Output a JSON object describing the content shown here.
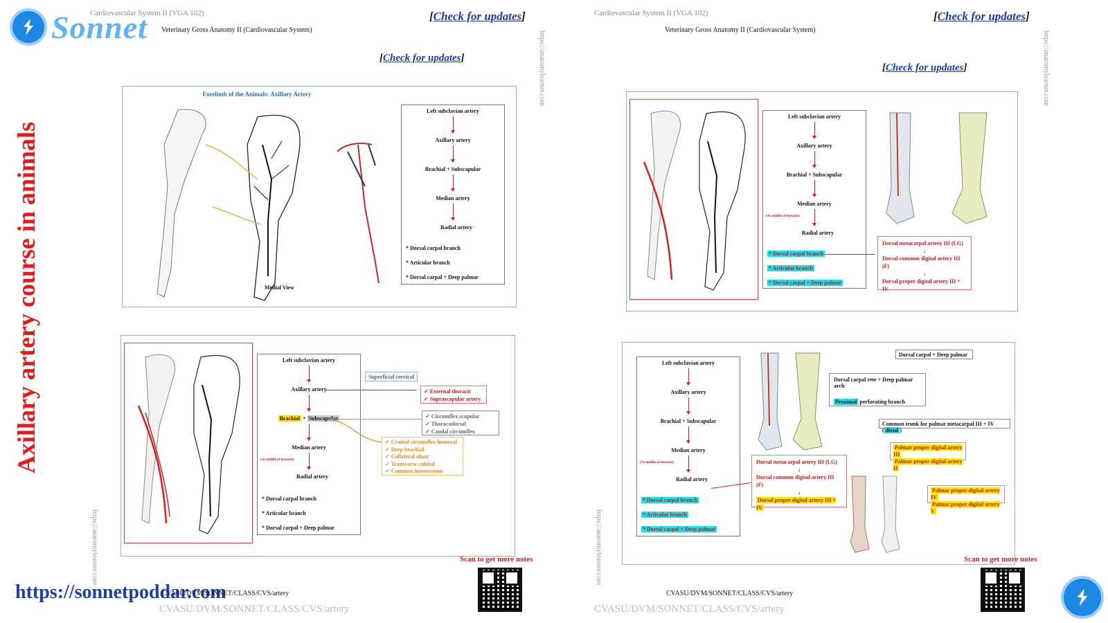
{
  "brand": {
    "logo_text": "Sonnet",
    "website": "https://sonnetpoddar.com",
    "vertical_title": "Axillary artery course in animals"
  },
  "pages": [
    {
      "course": "Cardiovascular System II  (VGA 102)",
      "subtitle": "Veterinary Gross Anatomy II (Cardiovascular System)",
      "updates_label": "Check for updates",
      "watermark": "https://anatomylearner.com",
      "footer_code": "CVASU/DVM/SONNET/CLASS/CVS/artery",
      "footer_ghost": "CVASU/DVM/SONNET/CLASS/CVS/artery",
      "scan_label": "Scan to get more notes"
    },
    {
      "course": "Cardiovascular System II  (VGA 102)",
      "subtitle": "Veterinary Gross Anatomy II (Cardiovascular System)",
      "updates_label": "Check for updates",
      "watermark": "https://anatomylearner.com",
      "footer_code": "CVASU/DVM/SONNET/CLASS/CVS/artery",
      "footer_ghost": "CVASU/DVM/SONNET/CLASS/CVS/artery",
      "scan_label": "Scan to get more notes"
    }
  ],
  "panel1": {
    "title": "Forelimb of the Animals: Axillary Artery",
    "medial_view": "Medial View",
    "flow": [
      "Left subclavian artery",
      "Axillary artery",
      "Brachial + Subscapular",
      "Median artery",
      "Radial artery"
    ],
    "bullets": [
      "* Dorsal carpal branch",
      "* Articular branch",
      "* Dorsal carpal + Deep palmar"
    ]
  },
  "panel2": {
    "flow": [
      "Left subclavian artery",
      "Axillary artery",
      "Brachial",
      "Subscapular",
      "Median artery",
      "Radial artery"
    ],
    "forearm_note": "(At middle of forearm)",
    "bullets": [
      "* Dorsal carpal branch",
      "* Articular branch",
      "* Dorsal carpal + Deep palmar"
    ],
    "superficial_cervical": "Superficial cervical",
    "axillary_branches": [
      "External thoracic",
      "Suprascapular artery"
    ],
    "subscapular_branches": [
      "Circumflex scapular",
      "Thoracodorsal",
      "Caudal circumflex humeral"
    ],
    "brachial_branches": [
      "Cranial circumflex humeral",
      "Deep brachial",
      "Collateral ulnar",
      "Transverse cubital",
      "Common interosseous"
    ]
  },
  "panel3": {
    "flow": [
      "Left subclavian artery",
      "Axillary artery",
      "Brachial + Subscapular",
      "Median artery",
      "Radial artery"
    ],
    "forearm_note": "(At middle of forearm)",
    "bullets": [
      "* Dorsal carpal branch",
      "* Articular branch",
      "* Dorsal carpal + Deep palmar"
    ],
    "metacarpal": [
      "Dorsal metacarpal artery III (LG)",
      "Dorsal common digital artery III (F)",
      "Dorsal proper digital artery III + IV"
    ]
  },
  "panel4": {
    "flow": [
      "Left subclavian artery",
      "Axillary artery",
      "Brachial + Subscapular",
      "Median artery",
      "Radial artery"
    ],
    "forearm_note": "(At middle of forearm)",
    "bullets": [
      "* Dorsal carpal branch",
      "* Articular branch",
      "* Dorsal carpal + Deep palmar"
    ],
    "dorsal_carpal_deep_palmar": "Dorsal carpal  +  Deep palmar",
    "arch": "Dorsal carpal rete  +  Deep palmar  arch",
    "proximal_hl": "Proximal",
    "perforating": "perforating branch",
    "common_trunk": "Common trunk for palmar metacarpal III + IV",
    "distal_hl": "distal",
    "metacarpal": [
      "Dorsal metacarpal artery III (LG)",
      "Dorsal common digital artery III (F)",
      "Dorsal proper digital artery III + IV"
    ],
    "palmar_a": [
      "Palmar proper digital artery III",
      "Palmar proper digital artery II"
    ],
    "palmar_b": [
      "Palmar proper digital artery IV",
      "Palmar proper digital artery V"
    ]
  }
}
